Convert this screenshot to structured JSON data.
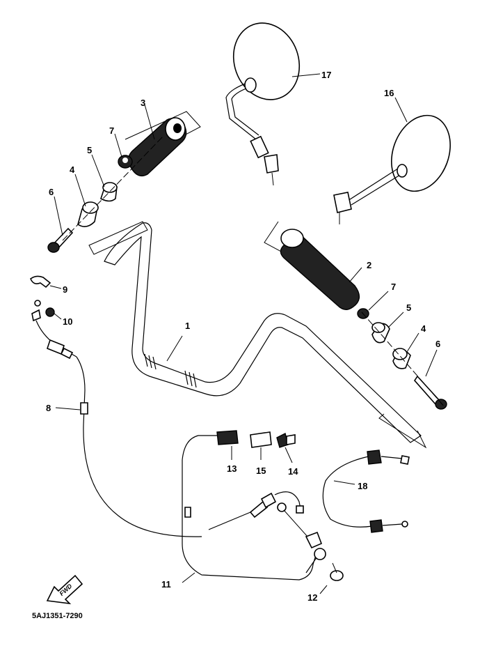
{
  "diagram": {
    "part_labels": {
      "p1": "1",
      "p2": "2",
      "p3": "3",
      "p4a": "4",
      "p4b": "4",
      "p5a": "5",
      "p5b": "5",
      "p6a": "6",
      "p6b": "6",
      "p7a": "7",
      "p7b": "7",
      "p8": "8",
      "p9": "9",
      "p10": "10",
      "p11": "11",
      "p12": "12",
      "p13": "13",
      "p14": "14",
      "p15": "15",
      "p16": "16",
      "p17": "17",
      "p18": "18"
    },
    "code": "5AJ1351-7290",
    "front_arrow": "FWD"
  }
}
